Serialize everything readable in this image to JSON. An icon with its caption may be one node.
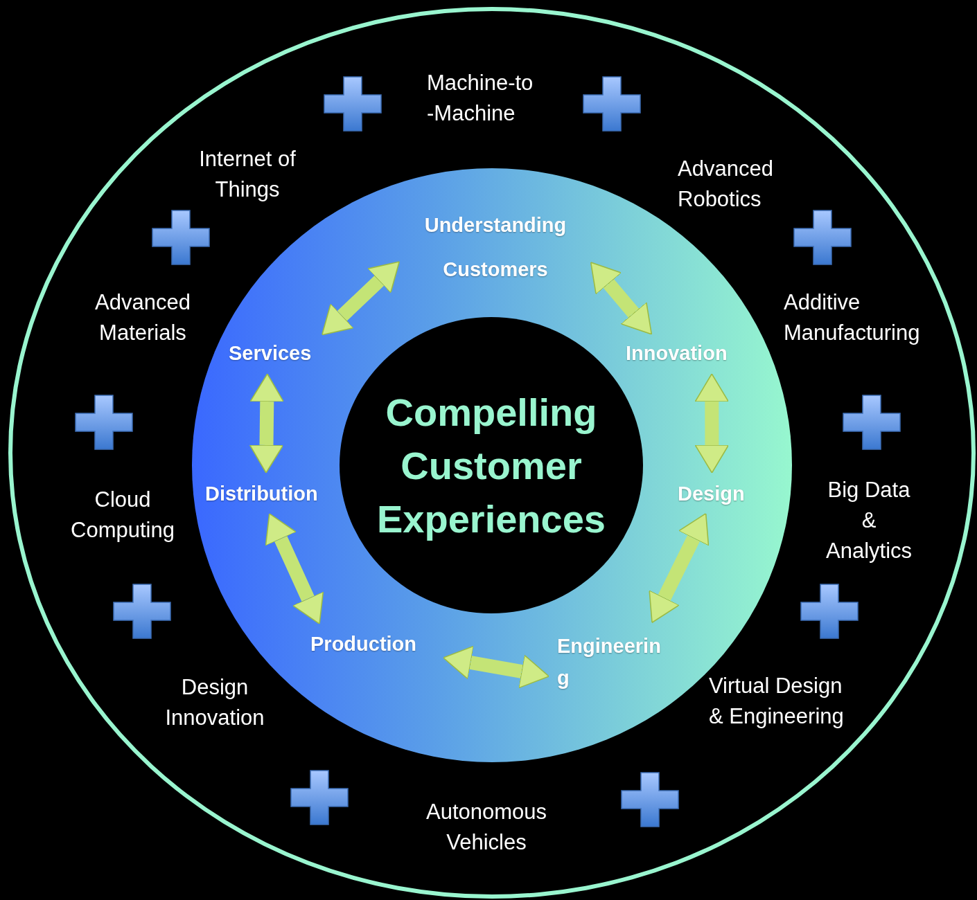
{
  "diagram": {
    "nodes": [
      {
        "text": [],
        "shape": "circle"
      },
      {
        "text": [],
        "shape": "circle",
        "in": 0
      },
      {
        "text": [
          "Compelling Customer Experiences"
        ],
        "in": 1
      },
      {
        "text": [
          "Understanding Customers"
        ],
        "in": 1
      },
      {
        "text": [
          "Innovation"
        ],
        "in": 1
      },
      {
        "text": [
          "Design"
        ],
        "in": 1
      },
      {
        "text": [
          "Engineering"
        ],
        "in": 1
      },
      {
        "text": [
          "Production"
        ],
        "in": 1
      },
      {
        "text": [
          "Distribution"
        ],
        "in": 1
      },
      {
        "text": [
          "Services"
        ],
        "in": 1
      }
    ],
    "edges": [
      {
        "from": 3,
        "to": 4,
        "arrow": "both"
      },
      {
        "from": 4,
        "to": 5,
        "arrow": "both"
      },
      {
        "from": 5,
        "to": 6,
        "arrow": "both"
      },
      {
        "from": 6,
        "to": 7,
        "arrow": "both"
      },
      {
        "from": 7,
        "to": 8,
        "arrow": "both"
      },
      {
        "from": 8,
        "to": 9,
        "arrow": "both"
      },
      {
        "from": 9,
        "to": 3,
        "arrow": "both"
      }
    ],
    "labels": [
      "Machine-to -Machine",
      "Internet of Things",
      "Advanced Robotics",
      "Advanced Materials",
      "Additive Manufacturing",
      "Cloud Computing",
      "Big Data & Analytics",
      "Design Innovation",
      "Virtual Design & Engineering",
      "Autonomous Vehicles"
    ]
  }
}
